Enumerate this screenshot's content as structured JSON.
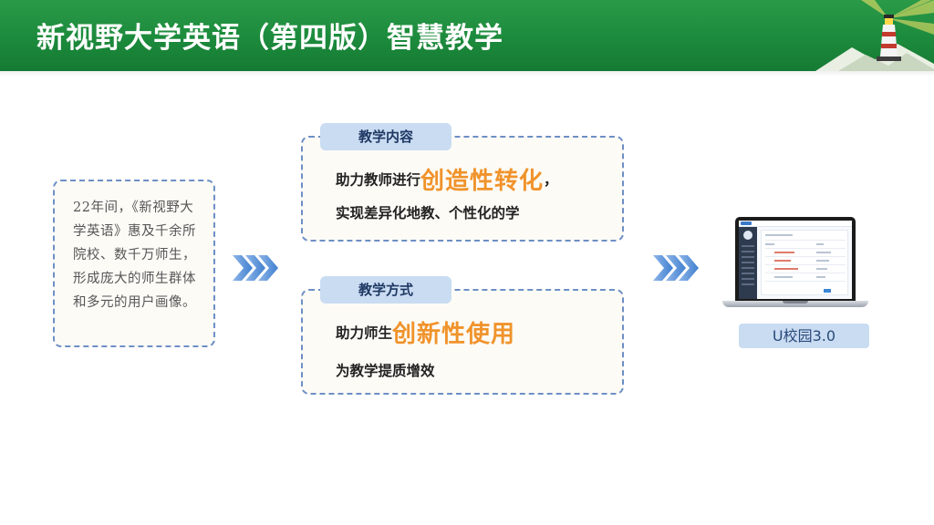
{
  "header": {
    "title": "新视野大学英语（第四版）智慧教学"
  },
  "left_box": {
    "text": "22年间，《新视野大学英语》惠及千余所院校、数千万师生，形成庞大的师生群体和多元的用户画像。"
  },
  "cards": [
    {
      "tag": "教学内容",
      "line1_prefix": "助力教师进行",
      "line1_highlight": "创造性转化",
      "line1_suffix": "，",
      "line2": "实现差异化地教、个性化的学"
    },
    {
      "tag": "教学方式",
      "line1_prefix": "助力师生",
      "line1_highlight": "创新性使用",
      "line1_suffix": "",
      "line2": "为教学提质增效"
    }
  ],
  "platform": {
    "label": "U校园3.0"
  },
  "colors": {
    "header_green": "#1c8a3c",
    "highlight_orange": "#f0932b",
    "tag_blue": "#c9dcf2",
    "dash_border": "#6d8fc5",
    "chevron_blue": "#4a86d4"
  },
  "icons": [
    "lighthouse-icon",
    "chevron-right-double-icon",
    "laptop-icon"
  ]
}
